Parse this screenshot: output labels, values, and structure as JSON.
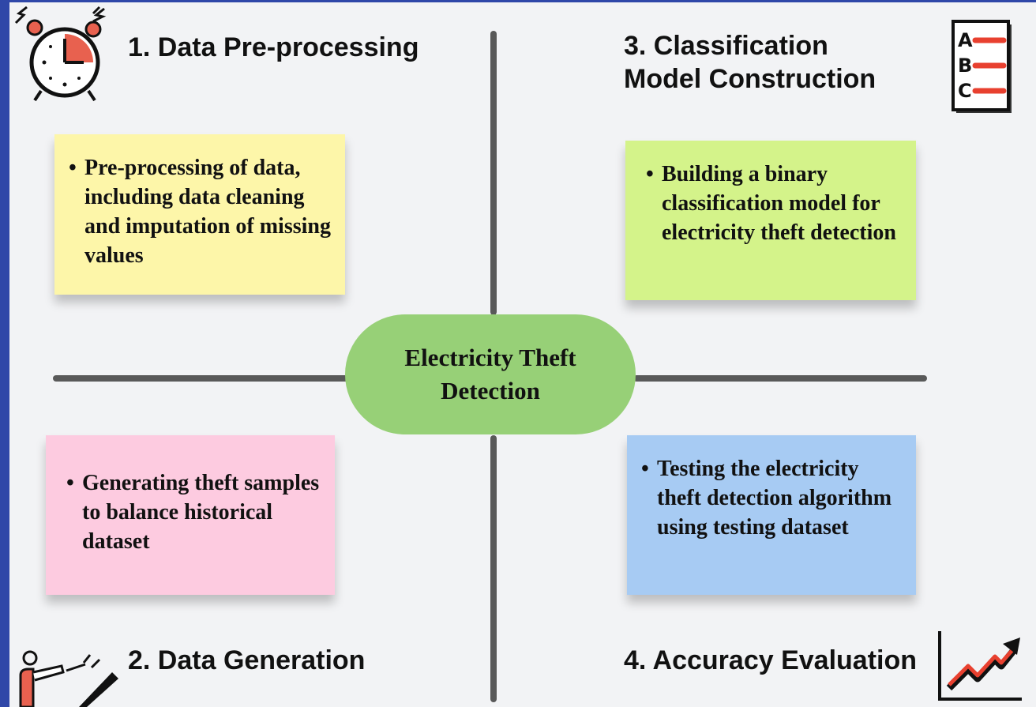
{
  "center": {
    "label": "Electricity Theft Detection"
  },
  "quadrants": [
    {
      "heading": "1. Data Pre-processing",
      "bullet": "Pre-processing of data, including data cleaning and imputation of missing values",
      "color": "#fdf6a9",
      "icon": "alarm-clock-icon"
    },
    {
      "heading": "2. Data Generation",
      "bullet": "Generating theft samples to balance historical dataset",
      "color": "#fdcbe0",
      "icon": "person-pointing-icon"
    },
    {
      "heading": "3. Classification\nModel Construction",
      "bullet": "Building a binary classification model for electricity theft detection",
      "color": "#d4f38a",
      "icon": "abc-checklist-icon"
    },
    {
      "heading": "4. Accuracy Evaluation",
      "bullet": "Testing the electricity theft detection algorithm using testing dataset",
      "color": "#a7cbf3",
      "icon": "rising-chart-icon"
    }
  ],
  "colors": {
    "center": "#97d077",
    "lines": "#595959",
    "background": "#f2f3f5",
    "border": "#2f47a8"
  }
}
